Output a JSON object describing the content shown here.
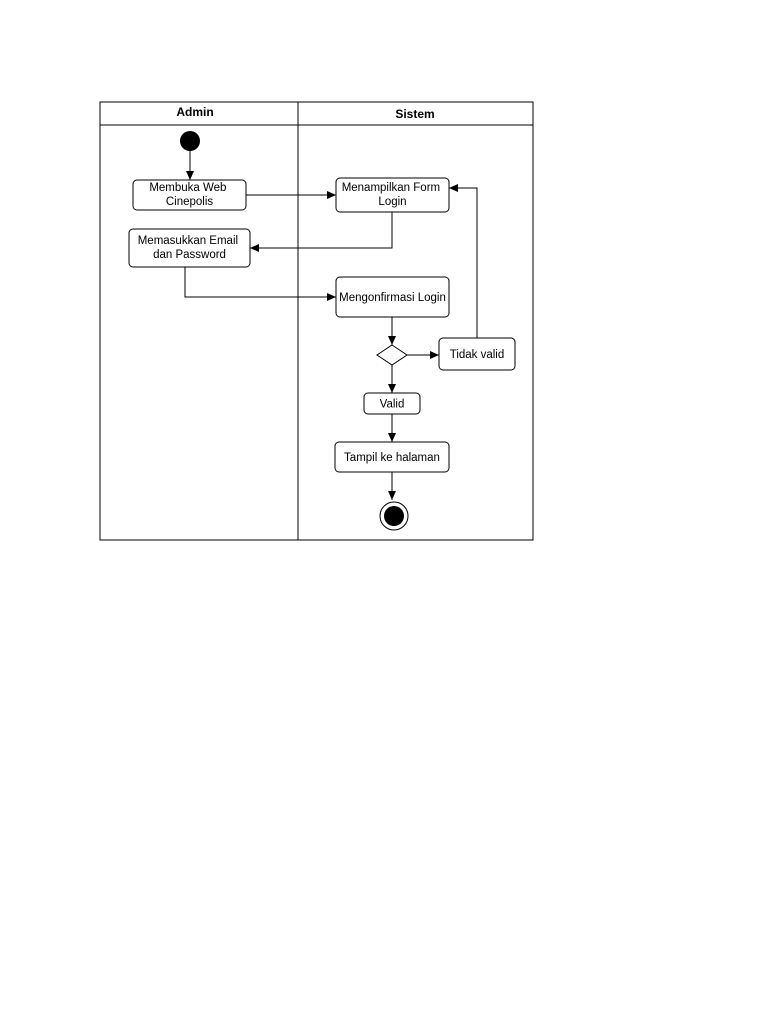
{
  "swimlanes": [
    {
      "title": "Admin"
    },
    {
      "title": "Sistem"
    }
  ],
  "nodes": {
    "start": {
      "type": "initial"
    },
    "membuka": {
      "type": "action",
      "lines": [
        "Membuka Web",
        "Cinepolis"
      ]
    },
    "menampilkan": {
      "type": "action",
      "lines": [
        "Menampilkan Form",
        "Login"
      ]
    },
    "memasukkan": {
      "type": "action",
      "lines": [
        "Memasukkan Email",
        "dan Password"
      ]
    },
    "mengonfirmasi": {
      "type": "action",
      "lines": [
        "Mengonfirmasi Login"
      ]
    },
    "decision": {
      "type": "decision"
    },
    "tidak_valid": {
      "type": "action",
      "lines": [
        "Tidak valid"
      ]
    },
    "valid": {
      "type": "action",
      "lines": [
        "Valid"
      ]
    },
    "tampil": {
      "type": "action",
      "lines": [
        "Tampil ke halaman"
      ]
    },
    "end": {
      "type": "final"
    }
  },
  "edges": [
    {
      "from": "start",
      "to": "membuka"
    },
    {
      "from": "membuka",
      "to": "menampilkan"
    },
    {
      "from": "menampilkan",
      "to": "memasukkan"
    },
    {
      "from": "memasukkan",
      "to": "mengonfirmasi"
    },
    {
      "from": "mengonfirmasi",
      "to": "decision"
    },
    {
      "from": "decision",
      "to": "tidak_valid"
    },
    {
      "from": "tidak_valid",
      "to": "menampilkan"
    },
    {
      "from": "decision",
      "to": "valid"
    },
    {
      "from": "valid",
      "to": "tampil"
    },
    {
      "from": "tampil",
      "to": "end"
    }
  ],
  "colors": {
    "stroke": "#000000",
    "fill": "#ffffff",
    "node_fill_dark": "#000000"
  }
}
